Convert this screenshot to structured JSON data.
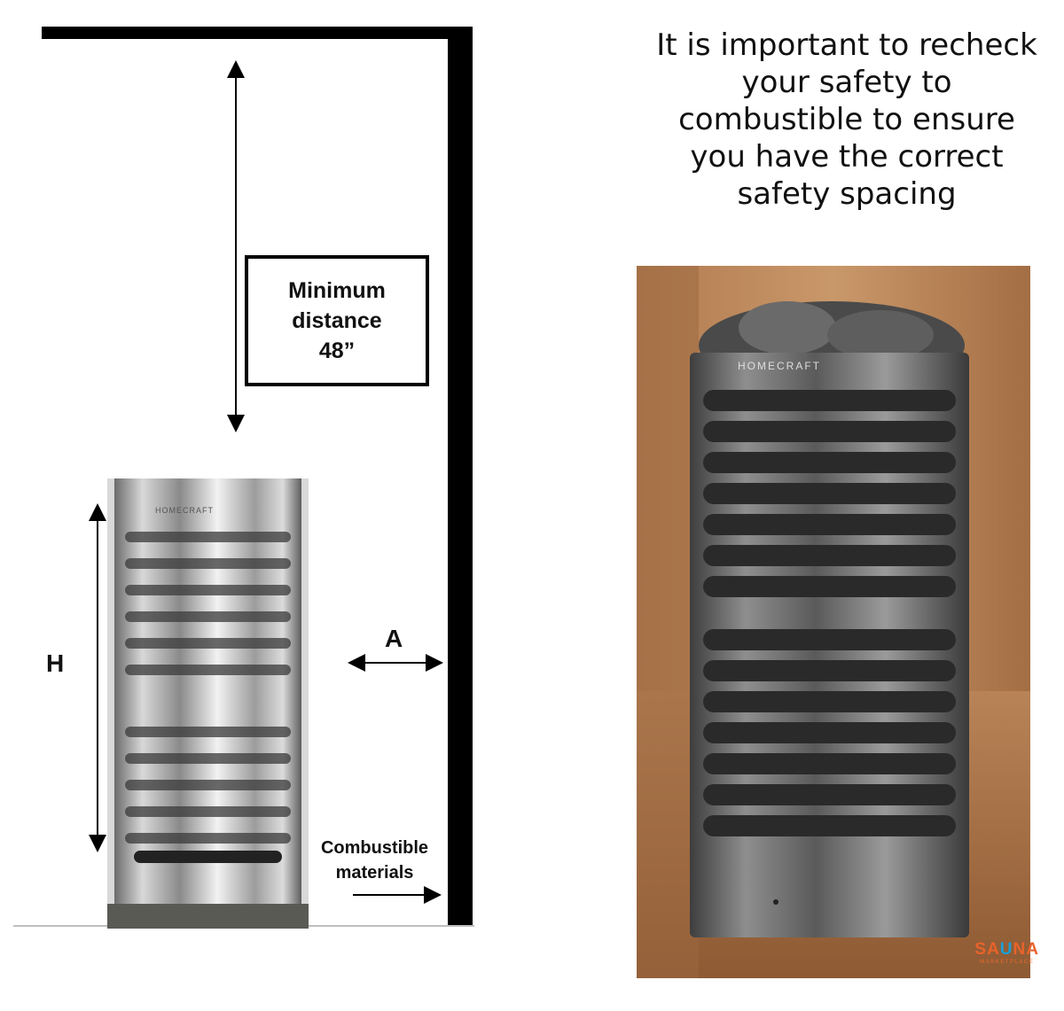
{
  "diagram": {
    "min_distance_label": "Minimum\ndistance\n48”",
    "height_label": "H",
    "clearance_label": "A",
    "combustible_label": "Combustible\nmaterials"
  },
  "heater_brand": "HOMECRAFT",
  "headline": "It is important to recheck\nyour safety to\ncombustible to ensure\nyou have the correct\nsafety spacing",
  "logo": {
    "main": "SAUNA",
    "sub": "MARKETPLACE",
    "colors": {
      "S": "#e8632b",
      "A": "#e8632b",
      "U": "#1a9fd6",
      "N": "#e8632b",
      "A2": "#e8632b"
    }
  }
}
